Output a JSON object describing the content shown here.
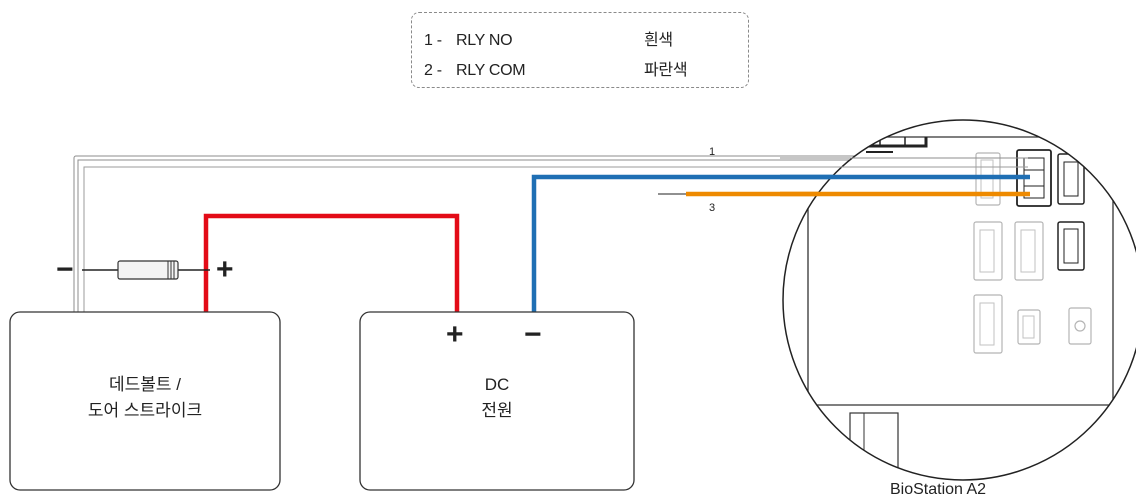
{
  "legend": {
    "rows": [
      {
        "num": "1 -",
        "signal": "RLY NO",
        "color": "흰색"
      },
      {
        "num": "2 -",
        "signal": "RLY COM",
        "color": "파란색"
      }
    ]
  },
  "lock_box": {
    "line1": "데드볼트 /",
    "line2": "도어 스트라이크"
  },
  "power_box": {
    "line1": "DC",
    "line2": "전원",
    "plus": "+",
    "minus": "−"
  },
  "diode": {
    "minus": "−",
    "plus": "+"
  },
  "wire_labels": {
    "w1": "1",
    "w3": "3"
  },
  "device": {
    "name": "BioStation A2"
  },
  "colors": {
    "red_wire": "#e30b17",
    "blue_wire": "#1f6fb4",
    "orange_wire": "#ee8a00",
    "white_wire": "#ffffff"
  }
}
